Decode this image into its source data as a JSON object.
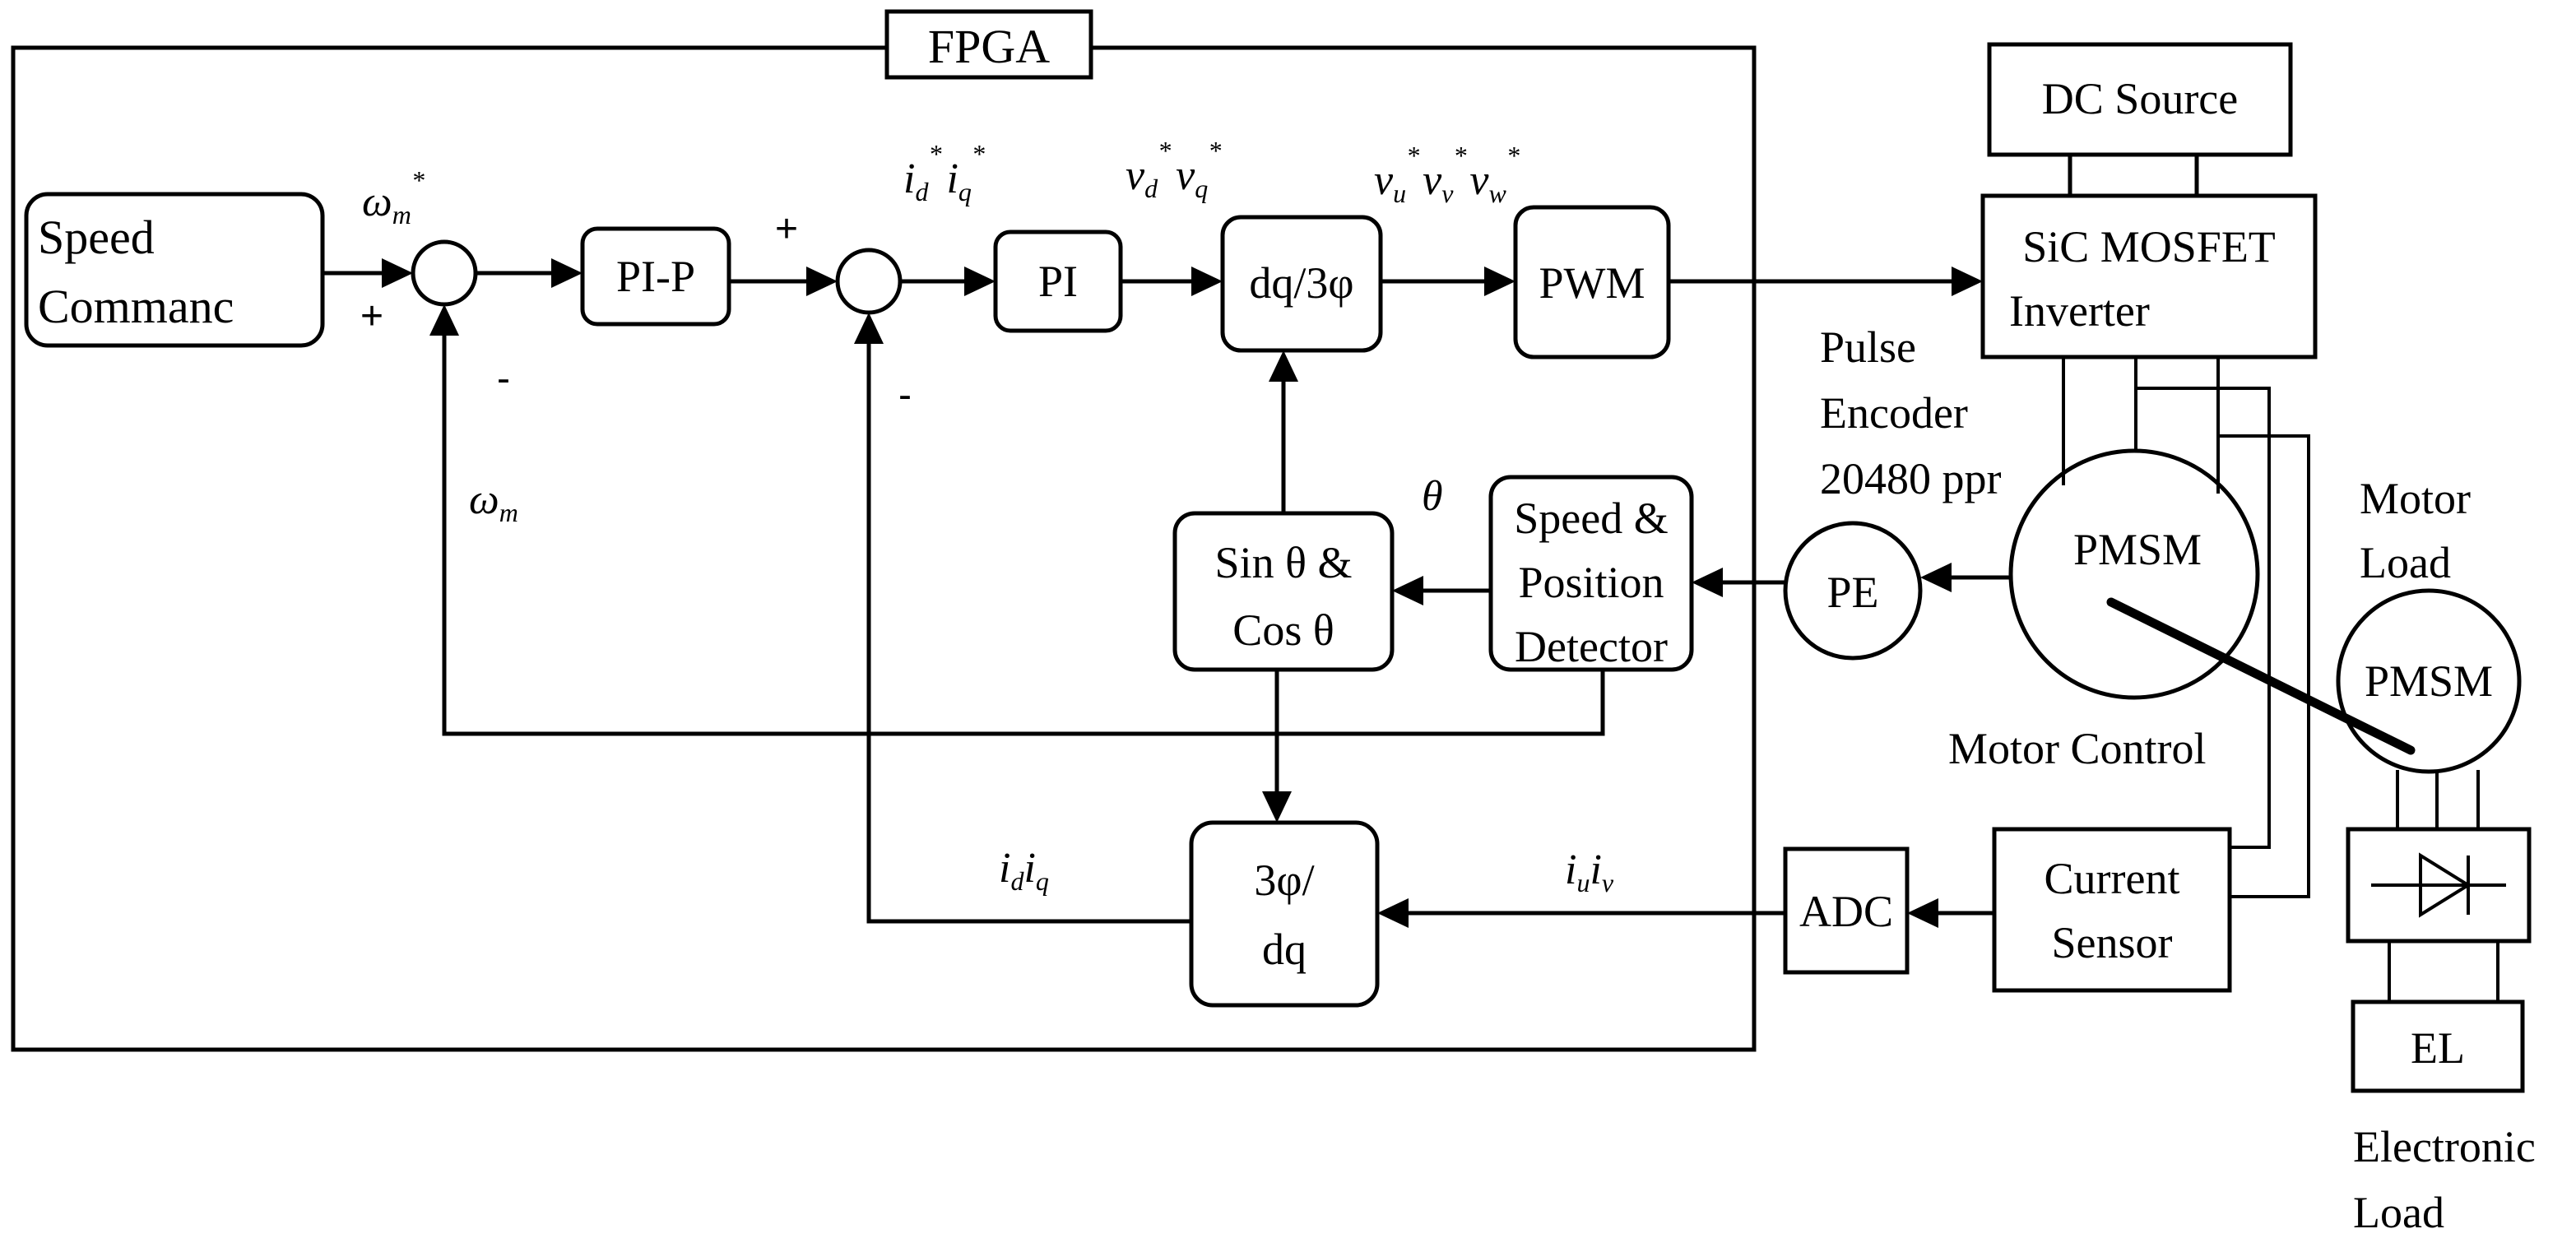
{
  "fpga": {
    "title": "FPGA"
  },
  "blocks": {
    "speed_command": {
      "line1": "Speed",
      "line2": "Commanc"
    },
    "pi_p": "PI-P",
    "pi": "PI",
    "dq_3phi": "dq/3φ",
    "pwm": "PWM",
    "sin_cos": {
      "line1": "Sin θ &",
      "line2": "Cos θ"
    },
    "speed_position": {
      "line1": "Speed &",
      "line2": "Position",
      "line3": "Detector"
    },
    "three_phi_dq": {
      "line1": "3φ/",
      "line2": "dq"
    },
    "dc_source": "DC Source",
    "inverter": {
      "line1": "SiC MOSFET",
      "line2": "Inverter"
    },
    "pe": "PE",
    "pmsm_control": "PMSM",
    "pmsm_load": "PMSM",
    "adc": "ADC",
    "current_sensor": {
      "line1": "Current",
      "line2": "Sensor"
    },
    "el": "EL"
  },
  "labels": {
    "omega_ref": {
      "sym": "ω",
      "sub": "m",
      "sup": "*"
    },
    "omega_fb": {
      "sym": "ω",
      "sub": "m"
    },
    "idq_ref": {
      "a": "i",
      "a_sub": "d",
      "a_sup": "*",
      "b": "i",
      "b_sub": "q",
      "b_sup": "*"
    },
    "vdq_ref": {
      "a": "v",
      "a_sub": "d",
      "a_sup": "*",
      "b": "v",
      "b_sub": "q",
      "b_sup": "*"
    },
    "vuvw_ref": {
      "a": "v",
      "a_sub": "u",
      "a_sup": "*",
      "b": "v",
      "b_sub": "v",
      "b_sup": "*",
      "c": "v",
      "c_sub": "w",
      "c_sup": "*"
    },
    "theta": "θ",
    "idq_fb": {
      "a": "i",
      "a_sub": "d",
      "b": "i",
      "b_sub": "q"
    },
    "iuv": {
      "a": "i",
      "a_sub": "u",
      "b": "i",
      "b_sub": "v"
    },
    "plus1": "+",
    "minus1": "-",
    "plus2": "+",
    "minus2": "-",
    "pulse_encoder": {
      "line1": "Pulse",
      "line2": "Encoder",
      "line3": "20480 ppr"
    },
    "motor_load": {
      "line1": "Motor",
      "line2": "Load"
    },
    "motor_control": "Motor Control",
    "electronic_load": {
      "line1": "Electronic",
      "line2": "Load"
    }
  }
}
